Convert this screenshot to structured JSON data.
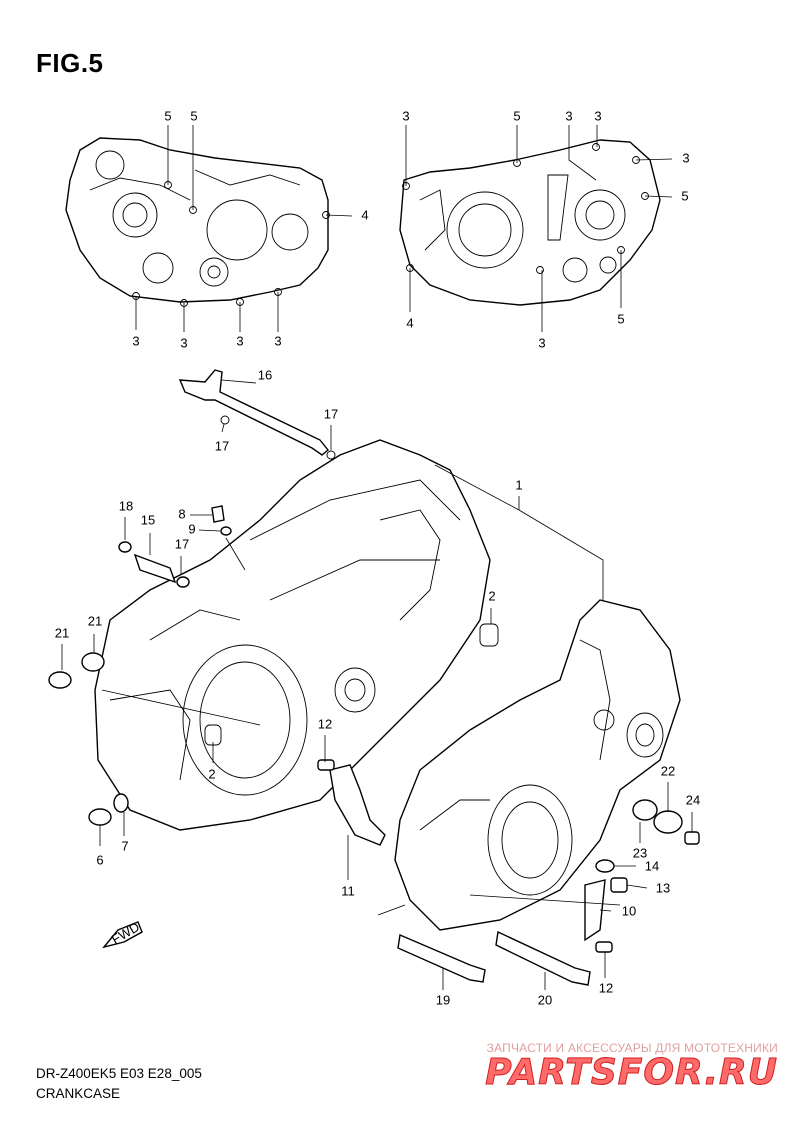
{
  "figure": {
    "title": "FIG.5",
    "model_code": "DR-Z400EK5 E03 E28_005",
    "name": "CRANKCASE"
  },
  "watermark": {
    "tagline": "ЗАПЧАСТИ И АКСЕССУАРЫ ДЛЯ МОТОТЕХНИКИ",
    "logo_text": "PARTSFOR.RU",
    "color": "#ff6a6a"
  },
  "fwd_label": "FWD",
  "callouts": [
    {
      "label": "5"
    },
    {
      "label": "5"
    },
    {
      "label": "4"
    },
    {
      "label": "3"
    },
    {
      "label": "3"
    },
    {
      "label": "3"
    },
    {
      "label": "3"
    },
    {
      "label": "3"
    },
    {
      "label": "5"
    },
    {
      "label": "3"
    },
    {
      "label": "3"
    },
    {
      "label": "3"
    },
    {
      "label": "5"
    },
    {
      "label": "4"
    },
    {
      "label": "3"
    },
    {
      "label": "5"
    },
    {
      "label": "16"
    },
    {
      "label": "17"
    },
    {
      "label": "17"
    },
    {
      "label": "1"
    },
    {
      "label": "18"
    },
    {
      "label": "15"
    },
    {
      "label": "8"
    },
    {
      "label": "9"
    },
    {
      "label": "17"
    },
    {
      "label": "2"
    },
    {
      "label": "21"
    },
    {
      "label": "21"
    },
    {
      "label": "12"
    },
    {
      "label": "2"
    },
    {
      "label": "22"
    },
    {
      "label": "24"
    },
    {
      "label": "23"
    },
    {
      "label": "6"
    },
    {
      "label": "7"
    },
    {
      "label": "11"
    },
    {
      "label": "14"
    },
    {
      "label": "13"
    },
    {
      "label": "10"
    },
    {
      "label": "19"
    },
    {
      "label": "20"
    },
    {
      "label": "12"
    }
  ]
}
